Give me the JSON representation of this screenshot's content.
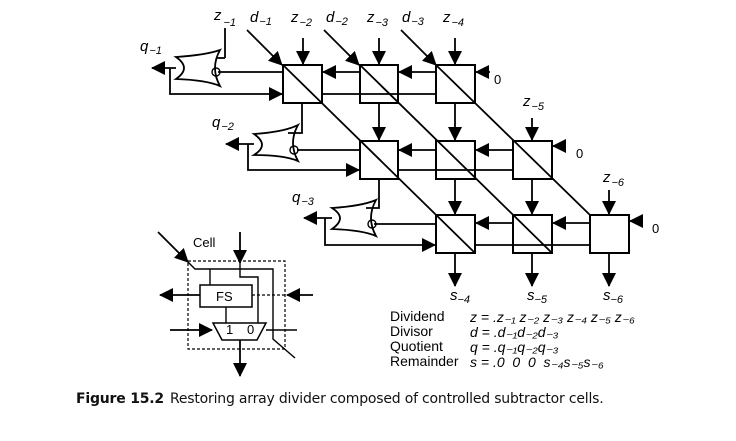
{
  "figure": {
    "number": "Figure 15.2",
    "title": "Restoring array divider composed of controlled subtractor cells."
  },
  "top_inputs": [
    {
      "var": "z",
      "sub": "−1"
    },
    {
      "var": "d",
      "sub": "−1"
    },
    {
      "var": "z",
      "sub": "−2"
    },
    {
      "var": "d",
      "sub": "−2"
    },
    {
      "var": "z",
      "sub": "−3"
    },
    {
      "var": "d",
      "sub": "−3"
    },
    {
      "var": "z",
      "sub": "−4"
    }
  ],
  "side_inputs": [
    {
      "var": "z",
      "sub": "−5"
    },
    {
      "var": "z",
      "sub": "−6"
    }
  ],
  "quotient_outputs": [
    {
      "var": "q",
      "sub": "−1"
    },
    {
      "var": "q",
      "sub": "−2"
    },
    {
      "var": "q",
      "sub": "−3"
    }
  ],
  "remainder_outputs": [
    {
      "var": "s",
      "sub": "−4"
    },
    {
      "var": "s",
      "sub": "−5"
    },
    {
      "var": "s",
      "sub": "−6"
    }
  ],
  "borrow_in": "0",
  "cell_detail": {
    "label": "Cell",
    "block": "FS",
    "mux_in1": "1",
    "mux_in0": "0"
  },
  "legend": [
    {
      "name": "Dividend",
      "expr": "z = .z₋₁ z₋₂ z₋₃ z₋₄ z₋₅ z₋₆"
    },
    {
      "name": "Divisor",
      "expr": "d = .d₋₁d₋₂d₋₃"
    },
    {
      "name": "Quotient",
      "expr": "q = .q₋₁q₋₂q₋₃"
    },
    {
      "name": "Remainder",
      "expr": "s = .0  0  0  s₋₄s₋₅s₋₆"
    }
  ]
}
